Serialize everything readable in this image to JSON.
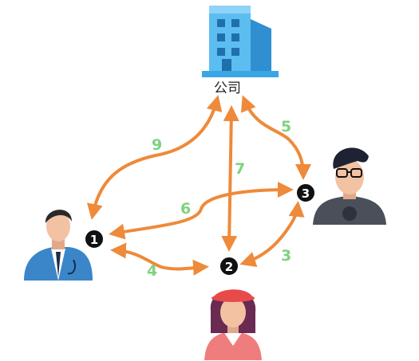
{
  "company": {
    "label": "公司",
    "icon": "office-building-icon"
  },
  "nodes": [
    {
      "id": "1",
      "label": "1",
      "role": "doctor",
      "icon": "doctor-avatar-icon"
    },
    {
      "id": "2",
      "label": "2",
      "role": "woman",
      "icon": "woman-beret-avatar-icon"
    },
    {
      "id": "3",
      "label": "3",
      "role": "man",
      "icon": "man-glasses-avatar-icon"
    }
  ],
  "edges": [
    {
      "label": "9",
      "from": "company",
      "to": "1"
    },
    {
      "label": "7",
      "from": "company",
      "to": "2"
    },
    {
      "label": "5",
      "from": "company",
      "to": "3"
    },
    {
      "label": "6",
      "from": "3",
      "to": "1"
    },
    {
      "label": "4",
      "from": "1",
      "to": "2"
    },
    {
      "label": "3",
      "from": "2",
      "to": "3"
    }
  ],
  "colors": {
    "arrow": "#ee8a3a",
    "edge_label": "#7fd27f",
    "building": "#4fb3ec",
    "node_badge": "#111111"
  }
}
